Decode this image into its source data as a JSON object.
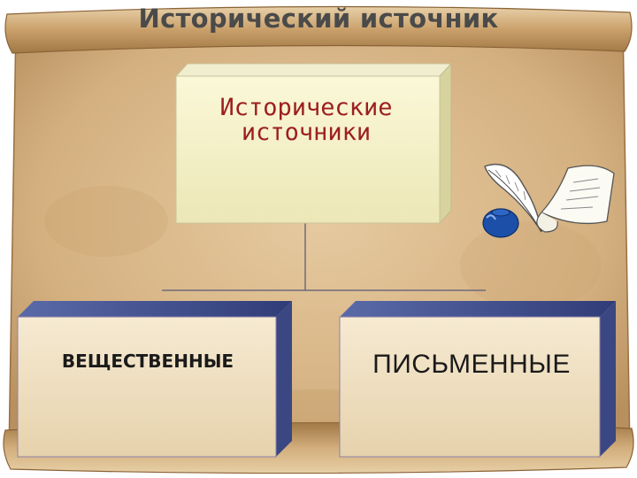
{
  "slide": {
    "title": "Исторический источник"
  },
  "diagram": {
    "root": {
      "label_line1": "Исторические",
      "label_line2": "источники"
    },
    "children": [
      {
        "id": "material",
        "label": "ВЕЩЕСТВЕННЫЕ"
      },
      {
        "id": "written",
        "label": "ПИСЬМЕННЫЕ"
      }
    ]
  },
  "decorations": {
    "background": "parchment-scroll",
    "clipart": [
      "quill-icon",
      "inkwell-icon",
      "paper-scroll-icon"
    ]
  },
  "colors": {
    "parchment": "#d9b98a",
    "parchment_dark": "#b38a55",
    "root_box_front": "#f7f4cc",
    "child_box_front": "#efdfc2",
    "child_box_top": "#3f4f8f",
    "root_text": "#9c1f1f",
    "title_text": "#4a4a4a"
  }
}
